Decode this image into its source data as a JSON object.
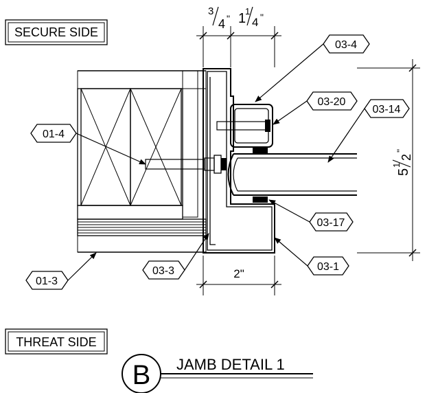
{
  "side_labels": {
    "secure": "SECURE SIDE",
    "threat": "THREAT SIDE"
  },
  "dimensions": {
    "top_left_whole": "3",
    "top_left_frac": "4",
    "top_left_unit": "\"",
    "top_right_whole": "1",
    "top_right_num": "1",
    "top_right_den": "4",
    "top_right_unit": "\"",
    "bottom": "2\"",
    "right_whole": "5",
    "right_num": "1",
    "right_den": "2",
    "right_unit": "\""
  },
  "callouts": {
    "c_01_4": "01-4",
    "c_01_3": "01-3",
    "c_03_3": "03-3",
    "c_03_4": "03-4",
    "c_03_20": "03-20",
    "c_03_14": "03-14",
    "c_03_17": "03-17",
    "c_03_1": "03-1"
  },
  "title": {
    "letter": "B",
    "text": "JAMB DETAIL 1"
  }
}
